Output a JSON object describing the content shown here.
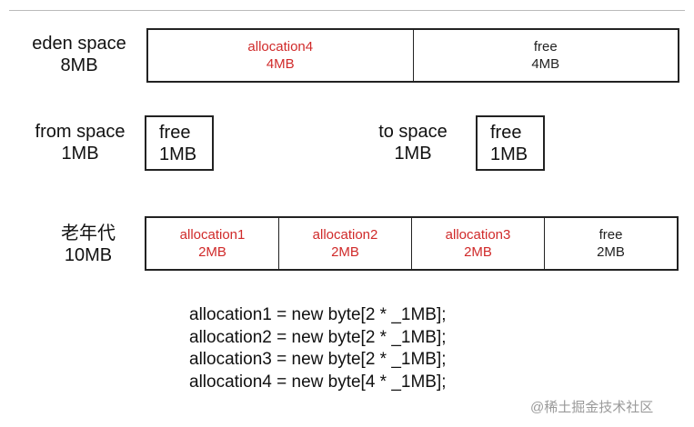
{
  "eden": {
    "title": "eden space",
    "size": "8MB",
    "segments": [
      {
        "name": "allocation4",
        "size": "4MB",
        "kind": "alloc"
      },
      {
        "name": "free",
        "size": "4MB",
        "kind": "free"
      }
    ]
  },
  "from_space": {
    "title": "from space",
    "size": "1MB",
    "content_name": "free",
    "content_size": "1MB"
  },
  "to_space": {
    "title": "to space",
    "size": "1MB",
    "content_name": "free",
    "content_size": "1MB"
  },
  "old_gen": {
    "title": "老年代",
    "size": "10MB",
    "segments": [
      {
        "name": "allocation1",
        "size": "2MB",
        "kind": "alloc"
      },
      {
        "name": "allocation2",
        "size": "2MB",
        "kind": "alloc"
      },
      {
        "name": "allocation3",
        "size": "2MB",
        "kind": "alloc"
      },
      {
        "name": "free",
        "size": "2MB",
        "kind": "free"
      }
    ]
  },
  "code_lines": [
    "allocation1 = new byte[2 * _1MB];",
    "allocation2 = new byte[2 * _1MB];",
    "allocation3 = new byte[2 * _1MB];",
    "allocation4 = new byte[4 * _1MB];"
  ],
  "watermark": "@稀土掘金技术社区",
  "colors": {
    "allocated": "#d02a2a",
    "free": "#222222"
  }
}
